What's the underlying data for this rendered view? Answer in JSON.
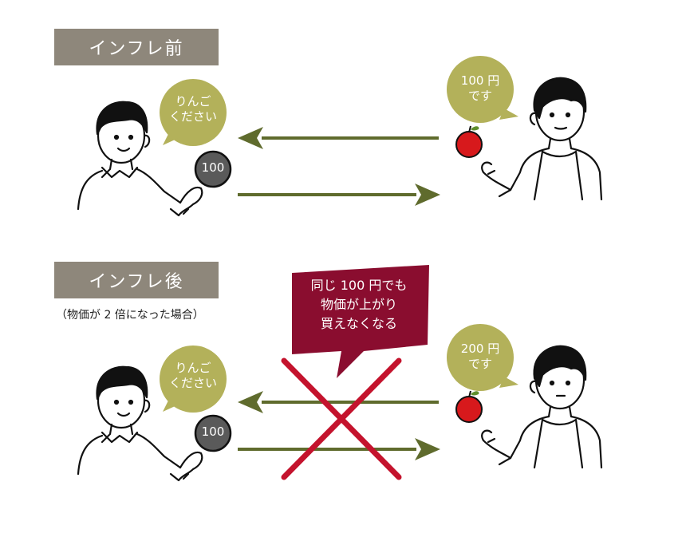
{
  "panels": {
    "before": {
      "label": "インフレ前",
      "customer_speech": "りんご\nください",
      "coin_value": "100",
      "seller_speech": "100 円\nです"
    },
    "after": {
      "label": "インフレ後",
      "note": "（物価が 2 倍になった場合）",
      "customer_speech": "りんご\nください",
      "coin_value": "100",
      "seller_speech": "200 円\nです",
      "callout": "同じ 100 円でも\n物価が上がり\n買えなくなる"
    }
  },
  "colors": {
    "label_bg": "#8e877b",
    "bubble": "#b3b15a",
    "arrow": "#5f6b2d",
    "cross": "#c4132d",
    "callout_bg": "#8a0d2f",
    "coin": "#5a5a5a",
    "apple": "#d7191c"
  }
}
